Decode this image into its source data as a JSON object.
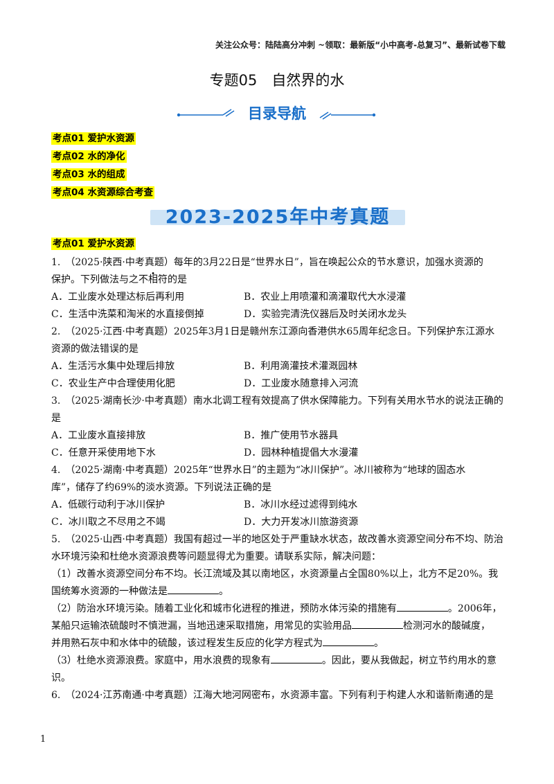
{
  "header_note": "关注公众号：陆陆高分冲刺 ~领取：最新版“小中高考-总复习”、最新试卷下载",
  "title": "专题05　自然界的水",
  "nav_banner": "目录导航",
  "toc": [
    "考点01 爱护水资源",
    "考点02 水的净化",
    "考点03 水的组成",
    "考点04 水资源综合考查"
  ],
  "exam_banner": "2023-2025年中考真题",
  "section_heading": "考点01 爱护水资源",
  "q1": {
    "line1": "1.　（2025·陕西·中考真题）每年的3月22日是“世界水日”，旨在唤起公众的节水意识，加强水资源的",
    "line2_pre": "保护。下列做法与之",
    "line2_emph": "不相符",
    "line2_post": "的是",
    "A": "A．工业废水处理达标后再利用",
    "B": "B．农业上用喷灌和滴灌取代大水浸灌",
    "C": "C．生活中洗菜和淘米的水直接倒掉",
    "D": "D．实验完清洗仪器后及时关闭水龙头"
  },
  "q2": {
    "line1": "2.　（2025·江西·中考真题）2025年3月1日是赣州东江源向香港供水65周年纪念日。下列保护东江源水",
    "line2": "资源的做法错误的是",
    "A": "A．生活污水集中处理后排放",
    "B": "B．利用滴灌技术灌溉园林",
    "C": "C．农业生产中合理使用化肥",
    "D": "D．工业废水随意排入河流"
  },
  "q3": {
    "line1": "3.　（2025·湖南长沙·中考真题）南水北调工程有效提高了供水保障能力。下列有关用水节水的说法正确的",
    "line2": "是",
    "A": "A．工业废水直接排放",
    "B": "B．推广使用节水器具",
    "C": "C．任意开采使用地下水",
    "D": "D．园林种植提倡大水漫灌"
  },
  "q4": {
    "line1": "4.　（2025·湖南·中考真题）2025年“世界水日”的主题为“冰川保护”。冰川被称为“地球的固态水",
    "line2": "库”，储存了约69%的淡水资源。下列说法正确的是",
    "A": "A．低碳行动利于冰川保护",
    "B": "B．冰川水经过滤得到纯水",
    "C": "C．冰川取之不尽用之不竭",
    "D": "D．大力开发冰川旅游资源"
  },
  "q5": {
    "line1": "5.　（2025·山西·中考真题）我国有超过一半的地区处于严重缺水状态，故改善水资源空间分布不均、防治",
    "line2": "水环境污染和杜绝水资源浪费等问题显得尤为重要。请联系实际，解决问题：",
    "p1_line1": "（1）改善水资源空间分布不均。长江流域及其以南地区，水资源量占全国80%以上，北方不足20%。我",
    "p1_line2_pre": "国统筹水资源的一种做法是",
    "p1_line2_post": "。",
    "p2_line1_pre": "（2）防治水环境污染。随着工业化和城市化进程的推进，预防水体污染的措施有",
    "p2_line1_post": "。2006年，",
    "p2_line2_pre": "某船只运输浓硫酸时不慎泄漏，当地迅速采取措施，用常见的实验用品",
    "p2_line2_post": "检测河水的酸碱度，",
    "p2_line3_pre": "并用熟石灰中和水体中的硫酸，该过程发生反应的化学方程式为",
    "p2_line3_post": "。",
    "p3_line1_pre": "（3）杜绝水资源浪费。家庭中，用水浪费的现象有",
    "p3_line1_post": "。因此，要从我做起，树立节约用水的意",
    "p3_line2": "识。"
  },
  "q6": {
    "line1": "6.　（2024·江苏南通·中考真题）江海大地河网密布，水资源丰富。下列有利于构建人水和谐新南通的是"
  },
  "page_number": "1",
  "colors": {
    "highlight": "#ffff00",
    "banner_blue": "#1a6fc9",
    "banner_bg": "#cfe4f6"
  }
}
